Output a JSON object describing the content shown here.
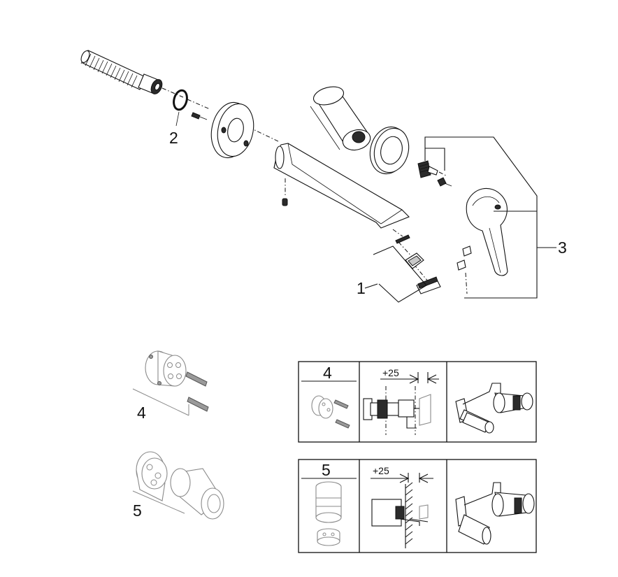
{
  "callouts": {
    "part_1": "1",
    "part_2": "2",
    "part_3": "3",
    "kit_4": "4",
    "kit_5": "5"
  },
  "panels": {
    "panel_4": {
      "number": "4",
      "dimension": "+25"
    },
    "panel_5": {
      "number": "5",
      "dimension": "+25"
    }
  }
}
